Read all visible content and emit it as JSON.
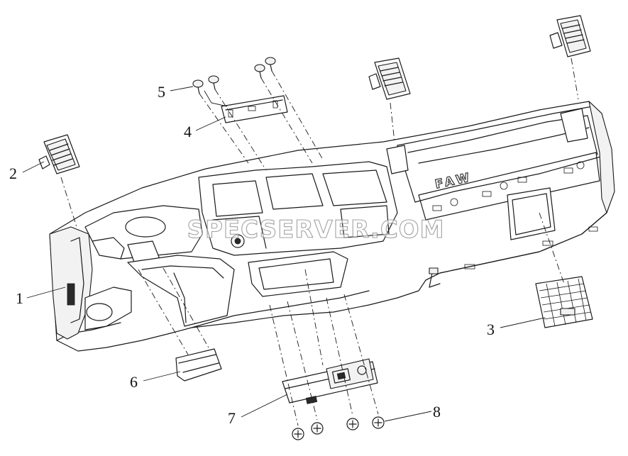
{
  "diagram": {
    "watermark": "SPECSERVER.COM",
    "brand_mark": "FAW",
    "callouts": [
      {
        "id": "1",
        "label": "1"
      },
      {
        "id": "2",
        "label": "2"
      },
      {
        "id": "3",
        "label": "3"
      },
      {
        "id": "4",
        "label": "4"
      },
      {
        "id": "5",
        "label": "5"
      },
      {
        "id": "6",
        "label": "6"
      },
      {
        "id": "7",
        "label": "7"
      },
      {
        "id": "8",
        "label": "8"
      }
    ]
  }
}
